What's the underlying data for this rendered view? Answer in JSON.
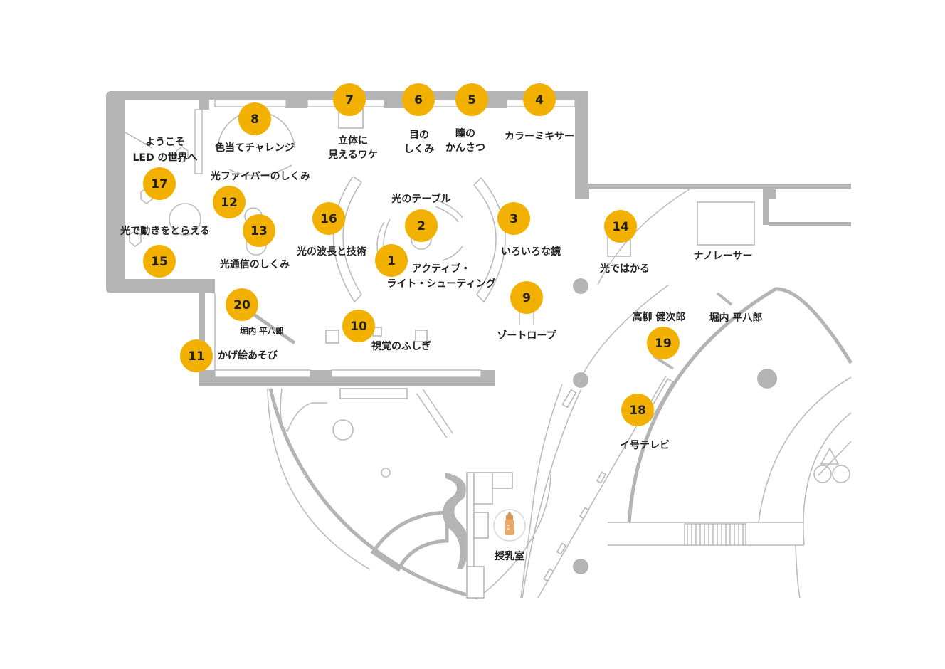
{
  "colors": {
    "marker": "#f2b100",
    "wall": "#b4b4b4",
    "text": "#222222"
  },
  "markers": [
    {
      "num": "1"
    },
    {
      "num": "2"
    },
    {
      "num": "3"
    },
    {
      "num": "4"
    },
    {
      "num": "5"
    },
    {
      "num": "6"
    },
    {
      "num": "7"
    },
    {
      "num": "8"
    },
    {
      "num": "9"
    },
    {
      "num": "10"
    },
    {
      "num": "11"
    },
    {
      "num": "12"
    },
    {
      "num": "13"
    },
    {
      "num": "14"
    },
    {
      "num": "15"
    },
    {
      "num": "16"
    },
    {
      "num": "17"
    },
    {
      "num": "18"
    },
    {
      "num": "19"
    },
    {
      "num": "20"
    }
  ],
  "labels": {
    "welcome_1": "ようこそ",
    "welcome_2": "LED の世界へ",
    "color_challenge": "色当てチャレンジ",
    "stereo_1": "立体に",
    "stereo_2": "見えるワケ",
    "eye_1": "目の",
    "eye_2": "しくみ",
    "pupil_1": "瞳の",
    "pupil_2": "かんさつ",
    "color_mixer": "カラーミキサー",
    "fiber": "光ファイバーのしくみ",
    "light_table": "光のテーブル",
    "motion_capture": "光で動きをとらえる",
    "optical_comm": "光通信のしくみ",
    "wavelength": "光の波長と技術",
    "mirrors": "いろいろな鏡",
    "active_1": "アクティブ・",
    "active_2": "ライト・シューティング",
    "measure": "光ではかる",
    "nano_laser": "ナノレーサー",
    "horiuchi_small": "堀内 平八郎",
    "shadow_play": "かげ絵あそび",
    "visual": "視覚のふしぎ",
    "zoetrope": "ゾートロープ",
    "takayanagi": "高柳 健次郎",
    "horiuchi": "堀内 平八郎",
    "tv": "イ号テレビ",
    "nursing": "授乳室"
  },
  "icons": {
    "nursing_room": "baby-bottle-icon"
  }
}
